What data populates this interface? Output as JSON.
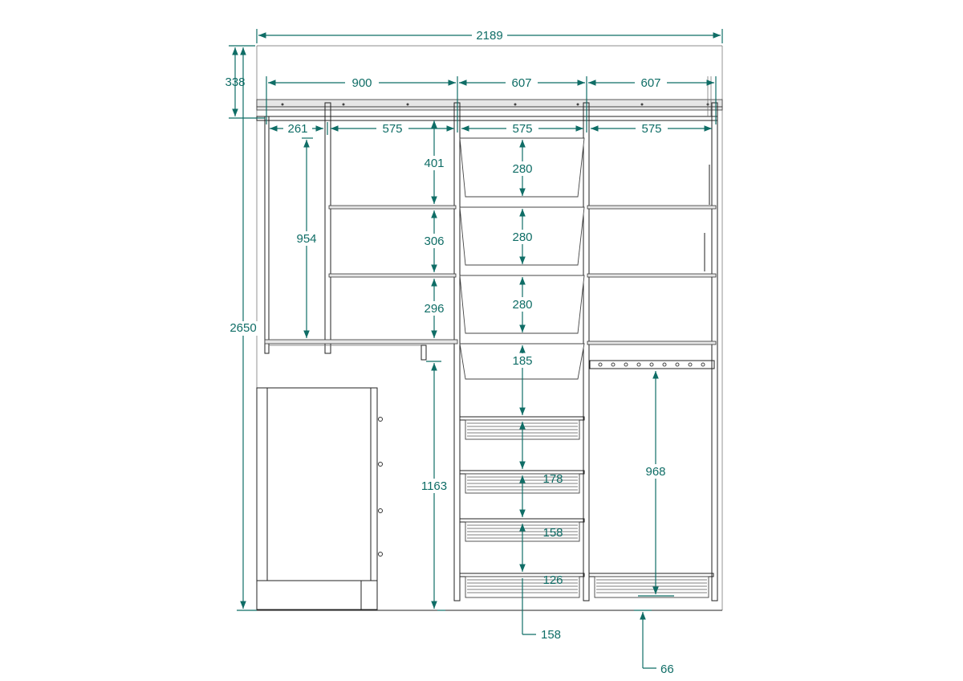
{
  "dimensions": {
    "total_width": "2189",
    "top_offset": "338",
    "total_height": "2650",
    "section_left": "900",
    "section_mid": "607",
    "section_right": "607",
    "left_narrow": "261",
    "inner_left": "575",
    "inner_mid": "575",
    "inner_right": "575",
    "left_hang": "954",
    "shelf_gap_1": "401",
    "shelf_gap_2": "306",
    "shelf_gap_3": "296",
    "basket_1": "280",
    "basket_2": "280",
    "basket_3": "280",
    "basket_4": "185",
    "lower_left": "1163",
    "right_hang": "968",
    "drawer_1": "178",
    "drawer_2": "158",
    "drawer_3": "126",
    "bottom_leader_1": "158",
    "bottom_leader_2": "66"
  }
}
